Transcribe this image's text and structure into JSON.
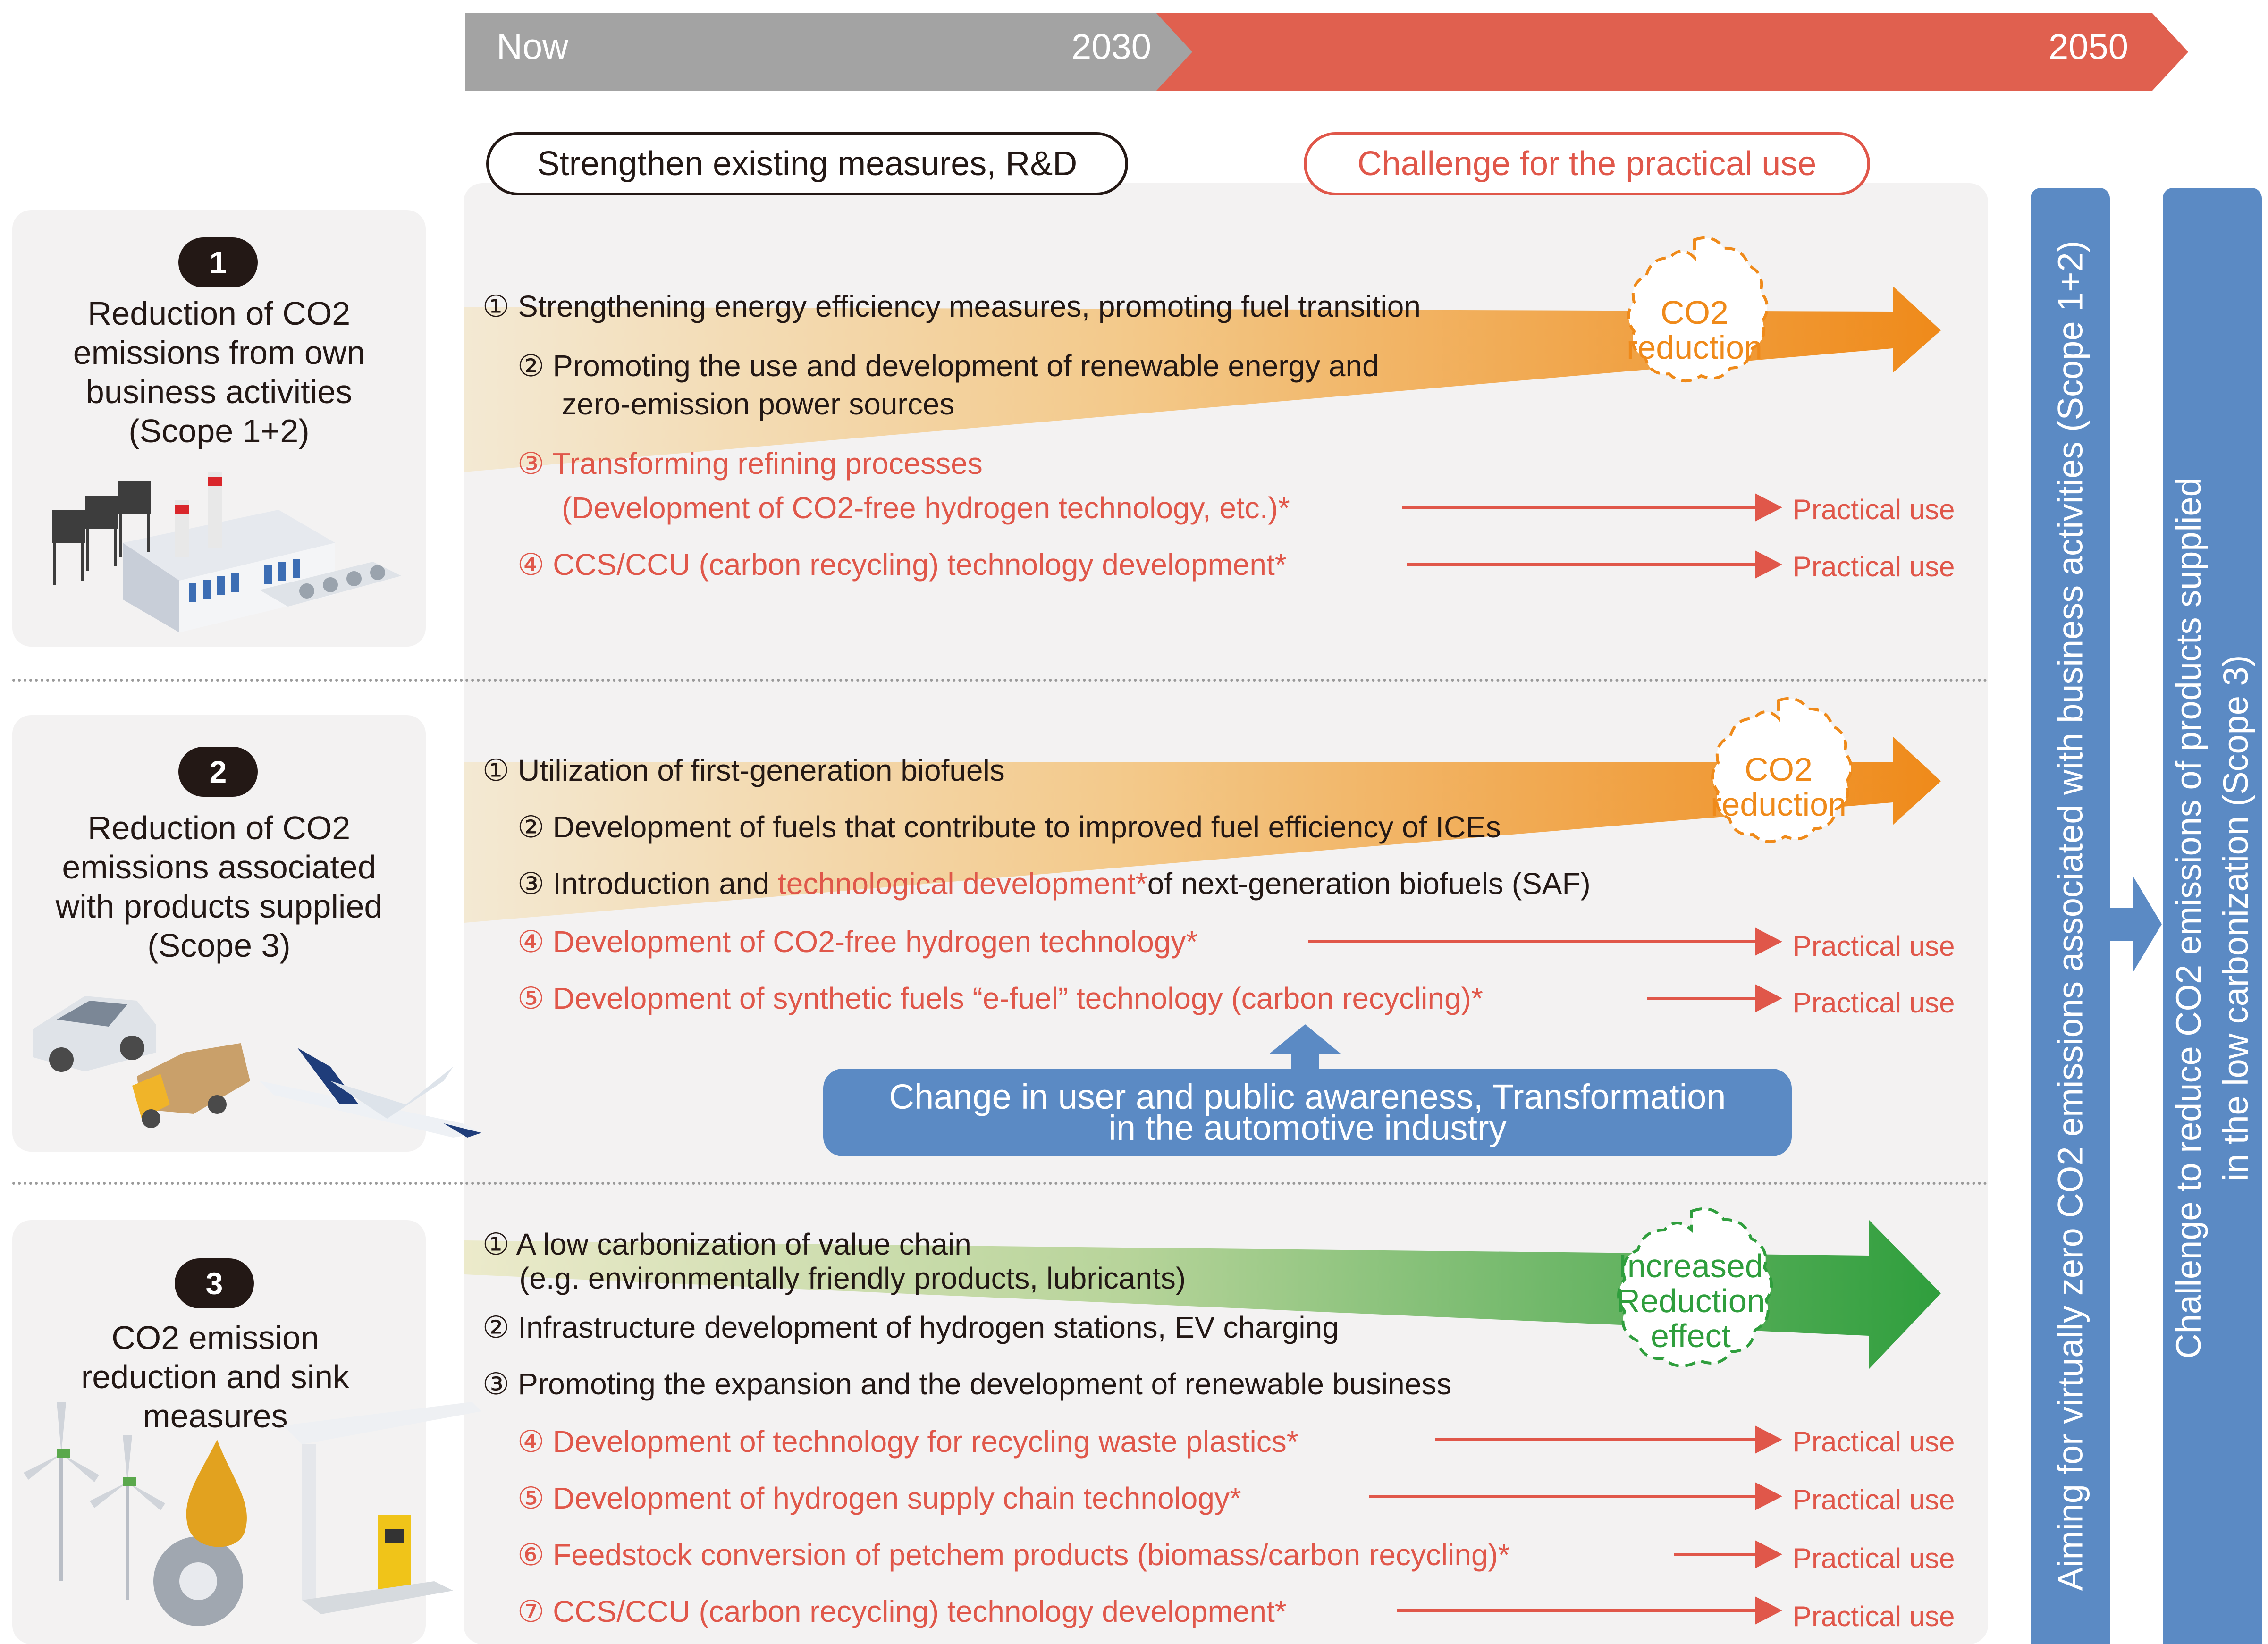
{
  "timeline": {
    "now": "Now",
    "y2030": "2030",
    "y2050": "2050"
  },
  "headers": {
    "existing": "Strengthen existing measures, R&D",
    "challenge": "Challenge for the practical use"
  },
  "sections": [
    {
      "number": "1",
      "title_lines": [
        "Reduction of CO2",
        "emissions from own",
        "business activities",
        "(Scope 1+2)"
      ],
      "items": [
        {
          "marker": "①",
          "text": "Strengthening energy efficiency measures, promoting fuel transition"
        },
        {
          "marker": "②",
          "text": "Promoting the use and development of renewable energy and",
          "text2": "zero-emission power sources"
        },
        {
          "marker": "③",
          "text": "Transforming refining processes",
          "text2": "(Development of CO2-free hydrogen technology, etc.)*"
        },
        {
          "marker": "④",
          "text": "CCS/CCU (carbon recycling) technology development*"
        }
      ],
      "bubble": [
        "CO2",
        "reduction"
      ],
      "practical": [
        "Practical use",
        "Practical use"
      ]
    },
    {
      "number": "2",
      "title_lines": [
        "Reduction of CO2",
        "emissions associated",
        "with products supplied",
        "(Scope 3)"
      ],
      "items": [
        {
          "marker": "①",
          "text": "Utilization of first-generation biofuels"
        },
        {
          "marker": "②",
          "text": "Development of fuels that contribute to improved fuel efficiency of ICEs"
        },
        {
          "marker": "③",
          "text_a": "Introduction and ",
          "text_b": "technological development*",
          "text_c": "of next-generation biofuels (SAF)"
        },
        {
          "marker": "④",
          "text": "Development of CO2-free hydrogen technology*"
        },
        {
          "marker": "⑤",
          "text": "Development of synthetic fuels “e-fuel” technology (carbon recycling)*"
        }
      ],
      "bubble": [
        "CO2",
        "reduction"
      ],
      "practical": [
        "Practical use",
        "Practical use"
      ],
      "awareness": [
        "Change in user and public awareness, Transformation",
        "in the automotive industry"
      ]
    },
    {
      "number": "3",
      "title_lines": [
        "CO2 emission",
        "reduction and sink",
        "measures"
      ],
      "items": [
        {
          "marker": "①",
          "text": "A low carbonization of value chain",
          "text2": "(e.g. environmentally friendly products, lubricants)"
        },
        {
          "marker": "②",
          "text": "Infrastructure development of hydrogen stations, EV charging"
        },
        {
          "marker": "③",
          "text": "Promoting the expansion and the development of renewable business"
        },
        {
          "marker": "④",
          "text": "Development of technology for recycling waste plastics*"
        },
        {
          "marker": "⑤",
          "text": "Development of hydrogen supply chain technology*"
        },
        {
          "marker": "⑥",
          "text": "Feedstock conversion of petchem products (biomass/carbon recycling)*"
        },
        {
          "marker": "⑦",
          "text": "CCS/CCU (carbon recycling) technology development*"
        }
      ],
      "bubble": [
        "Increased",
        "Reduction",
        "effect"
      ],
      "practical": [
        "Practical use",
        "Practical use",
        "Practical use",
        "Practical use"
      ]
    }
  ],
  "goals": {
    "scope12": "Aiming for virtually zero CO2 emissions associated with business activities (Scope 1+2)",
    "scope3_line1": "Challenge to reduce CO2 emissions of products supplied",
    "scope3_line2": "in the low carbonization (Scope 3)"
  },
  "colors": {
    "timeline_gray": "#a3a3a3",
    "timeline_red": "#e0604f",
    "accent_red": "#e0574a",
    "orange": "#ef8a1a",
    "green": "#2f9e3d",
    "blue": "#5b8ac4",
    "panel": "#f3f2f2"
  }
}
